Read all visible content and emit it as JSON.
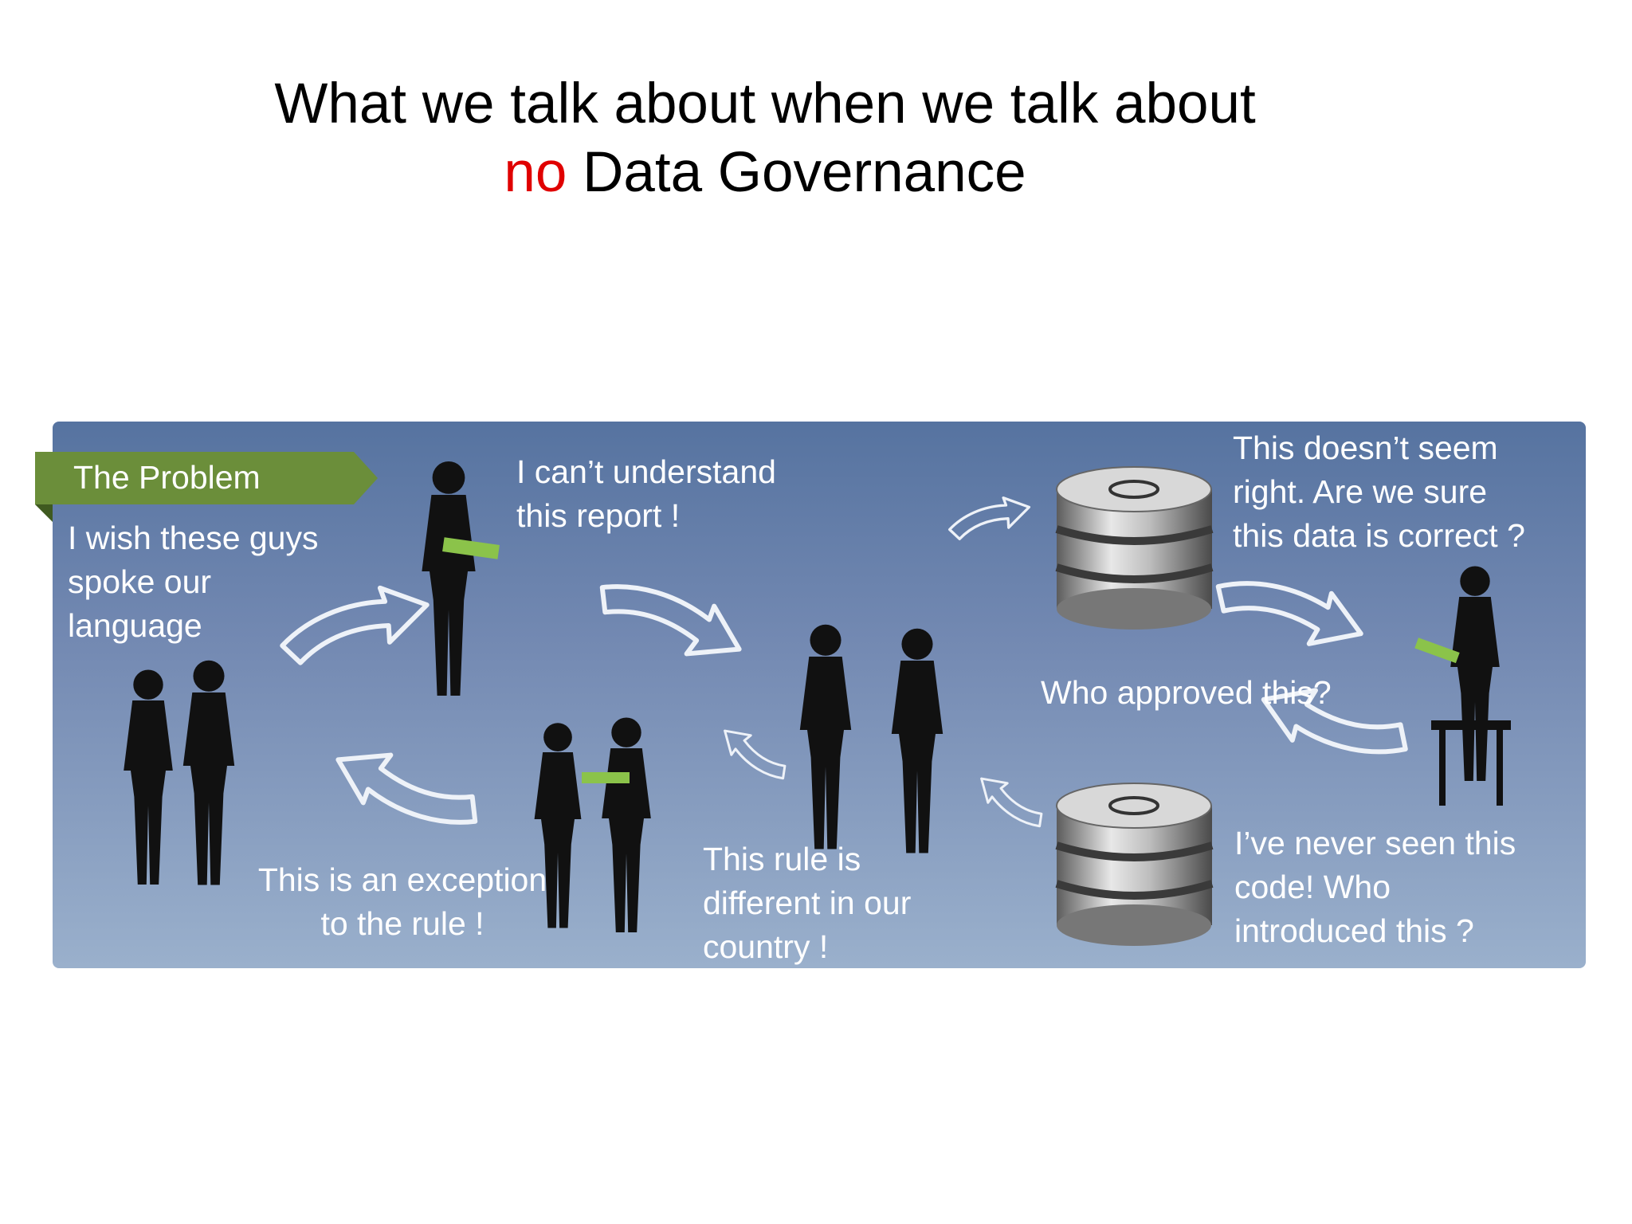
{
  "title": {
    "line1": "What we talk about when we talk about",
    "line2_red": "no",
    "line2_rest": " Data Governance"
  },
  "banner": {
    "label": "The Problem"
  },
  "captions": {
    "wish": "I wish these guys\nspoke our\nlanguage",
    "report": "I can’t understand\nthis report !",
    "doesnt_seem": "This doesn’t seem\nright. Are we sure\nthis data is correct ?",
    "approved": "Who approved this?",
    "never_seen": "I’ve never seen this\ncode! Who\nintroduced this ?",
    "rule_different": "This rule is\ndifferent in our\ncountry !",
    "exception": "This is an exception\nto the rule !"
  },
  "colors": {
    "title_accent": "#e00000",
    "banner": "#6b8e3a",
    "panel_top": "#5673a0",
    "panel_bottom": "#9ab0cc",
    "silhouette": "#111111"
  },
  "icons": [
    "database-icon",
    "arrow-icon",
    "person-silhouette"
  ]
}
